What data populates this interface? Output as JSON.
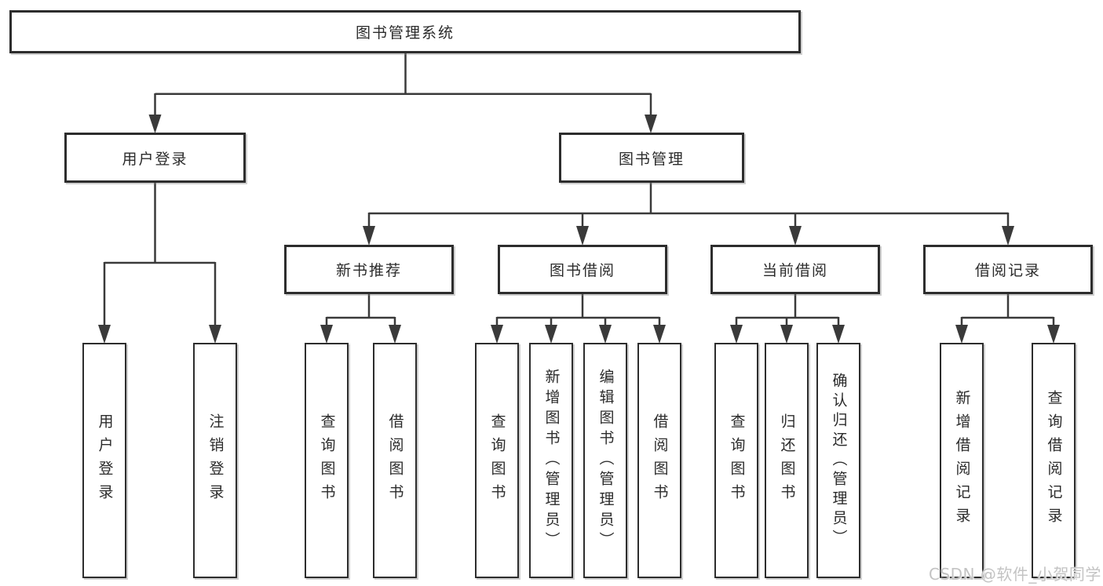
{
  "tree": {
    "label": "图书管理系统",
    "children": [
      {
        "label": "用户登录",
        "children": [
          {
            "label": "用户登录"
          },
          {
            "label": "注销登录"
          }
        ]
      },
      {
        "label": "图书管理",
        "children": [
          {
            "label": "新书推荐",
            "children": [
              {
                "label": "查询图书"
              },
              {
                "label": "借阅图书"
              }
            ]
          },
          {
            "label": "图书借阅",
            "children": [
              {
                "label": "查询图书"
              },
              {
                "label": "新增图书（管理员）"
              },
              {
                "label": "编辑图书（管理员）"
              },
              {
                "label": "借阅图书"
              }
            ]
          },
          {
            "label": "当前借阅",
            "children": [
              {
                "label": "查询图书"
              },
              {
                "label": "归还图书"
              },
              {
                "label": "确认归还（管理员）"
              }
            ]
          },
          {
            "label": "借阅记录",
            "children": [
              {
                "label": "新增借阅记录"
              },
              {
                "label": "查询借阅记录"
              }
            ]
          }
        ]
      }
    ]
  },
  "watermark": {
    "text": "CSDN @软件_小贺同学"
  },
  "colors": {
    "line": "#3a3a3a",
    "box_border": "#2d2d2d",
    "text": "#2b2b2b",
    "watermark": "#c3c3c3"
  }
}
